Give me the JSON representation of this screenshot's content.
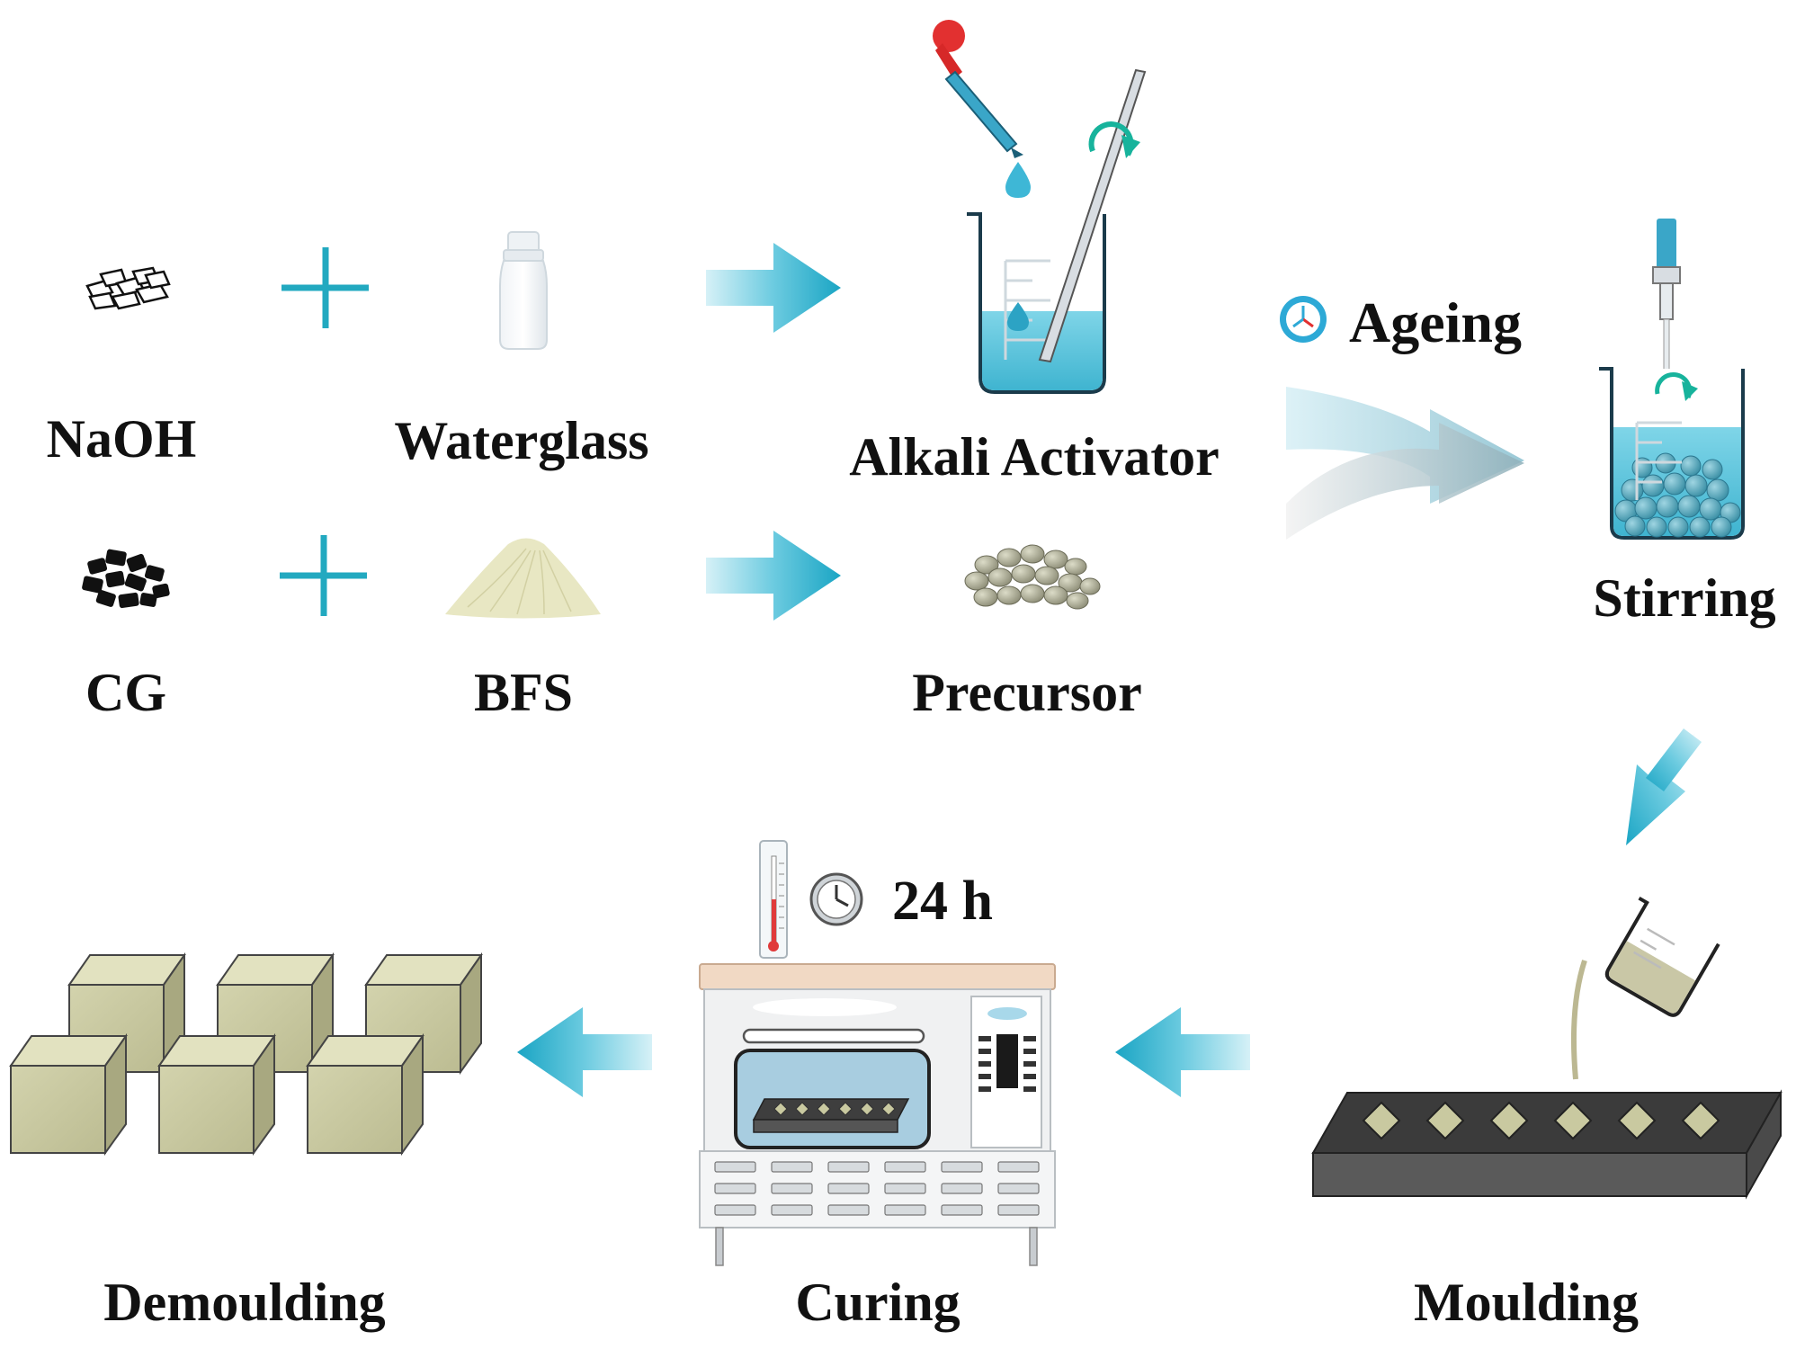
{
  "labels": {
    "naoh": "NaOH",
    "waterglass": "Waterglass",
    "alkali_activator": "Alkali Activator",
    "cg": "CG",
    "bfs": "BFS",
    "precursor": "Precursor",
    "ageing": "Ageing",
    "stirring": "Stirring",
    "duration": "24 h",
    "demoulding": "Demoulding",
    "curing": "Curing",
    "moulding": "Moulding"
  },
  "colors": {
    "arrow": "#1fa8c6",
    "plus": "#22a9c0",
    "liquid": "#5ec8e0",
    "mould": "#555555",
    "specimen": "#c9c9a0",
    "oven_top": "#f1d9c4"
  }
}
